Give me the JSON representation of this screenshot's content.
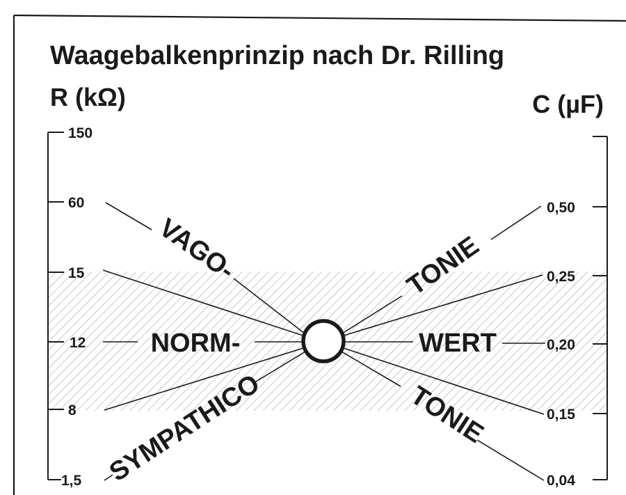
{
  "title": "Waagebalkenprinzip nach Dr. Rilling",
  "left_axis": {
    "unit_label": "R (kΩ)",
    "ticks": [
      "150",
      "60",
      "15",
      "12",
      "8",
      "1,5"
    ]
  },
  "right_axis": {
    "unit_label": "C (µF)",
    "ticks": [
      "0,50",
      "0,25",
      "0,20",
      "0,15",
      "0,04"
    ]
  },
  "words": {
    "vago": "VAGO-",
    "tonie_top": "TONIE",
    "norm": "NORM-",
    "wert": "WERT",
    "sympathico": "SYMPATHICO",
    "tonie_bottom": "TONIE"
  },
  "colors": {
    "ink": "#1a1a1a",
    "hatch": "#9a9a9a",
    "background": "#ffffff"
  }
}
